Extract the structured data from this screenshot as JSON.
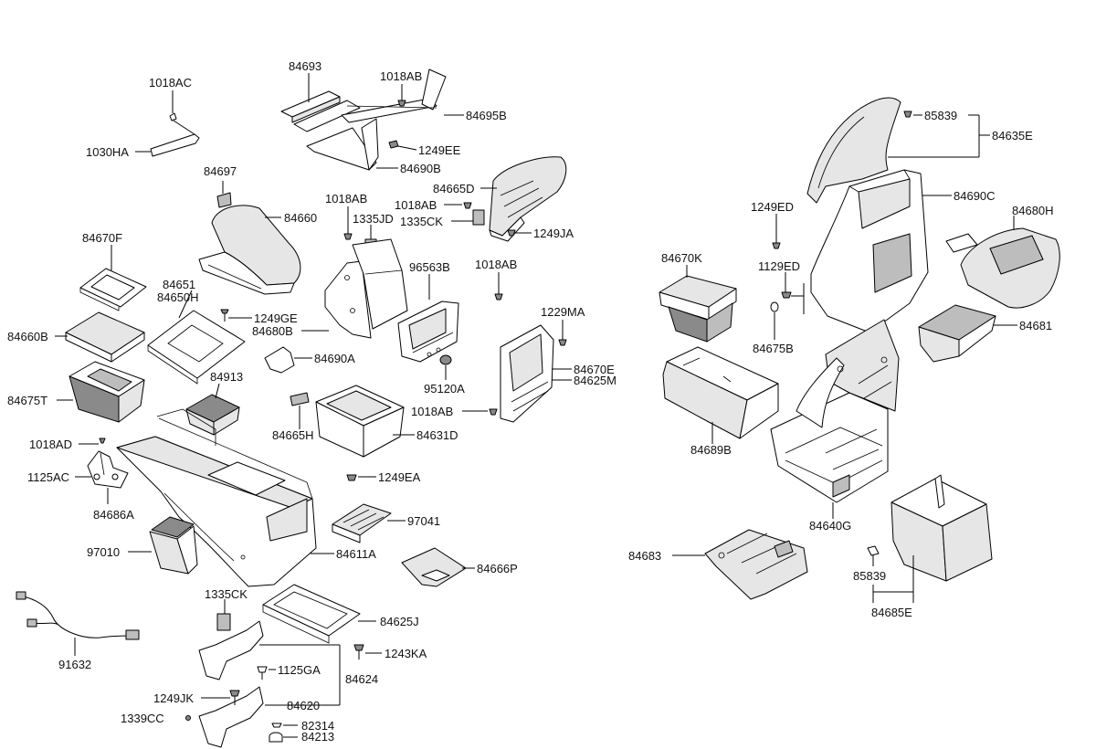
{
  "labels": {
    "l1018AC": "1018AC",
    "l1030HA": "1030HA",
    "l84693": "84693",
    "l1018AB_a": "1018AB",
    "l84695B": "84695B",
    "l1249EE": "1249EE",
    "l84690B": "84690B",
    "l84697": "84697",
    "l84660": "84660",
    "l84670F": "84670F",
    "l84651": "84651",
    "l84650H": "84650H",
    "l1249GE": "1249GE",
    "l84660B": "84660B",
    "l84680B": "84680B",
    "l84690A": "84690A",
    "l84675T": "84675T",
    "l84913": "84913",
    "l1018AD": "1018AD",
    "l1125AC": "1125AC",
    "l84686A": "84686A",
    "l97010": "97010",
    "l84611A": "84611A",
    "l91632": "91632",
    "l1335CK_b": "1335CK",
    "l84625J": "84625J",
    "l1243KA": "1243KA",
    "l1125GA": "1125GA",
    "l84624": "84624",
    "l1249JK": "1249JK",
    "l84620": "84620",
    "l1339CC": "1339CC",
    "l82314": "82314",
    "l84213": "84213",
    "l1018AB_b": "1018AB",
    "l1335JD": "1335JD",
    "l1018AB_c": "1018AB",
    "l1335CK_a": "1335CK",
    "l84665D": "84665D",
    "l1249JA": "1249JA",
    "l96563B": "96563B",
    "l1018AB_d": "1018AB",
    "l1229MA": "1229MA",
    "l95120A": "95120A",
    "l84670E": "84670E",
    "l84625M": "84625M",
    "l1018AB_e": "1018AB",
    "l84665H": "84665H",
    "l84631D": "84631D",
    "l1249EA": "1249EA",
    "l97041": "97041",
    "l84666P": "84666P",
    "l85839_a": "85839",
    "l84635E": "84635E",
    "l84690C": "84690C",
    "l1249ED": "1249ED",
    "l84680H": "84680H",
    "l84670K": "84670K",
    "l1129ED": "1129ED",
    "l84675B": "84675B",
    "l84681": "84681",
    "l84689B": "84689B",
    "l84640G": "84640G",
    "l84683": "84683",
    "l85839_b": "85839",
    "l84685E": "84685E"
  }
}
